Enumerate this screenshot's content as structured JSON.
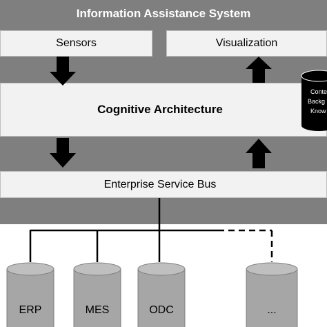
{
  "header": {
    "title": "Information Assistance System"
  },
  "layers": {
    "sensors": "Sensors",
    "visualization": "Visualization",
    "cognitive": "Cognitive Architecture",
    "bus": "Enterprise Service Bus"
  },
  "knowledge_db": {
    "lines": [
      "Conte",
      "Backg",
      "Know"
    ]
  },
  "systems": [
    {
      "label": "ERP"
    },
    {
      "label": "MES"
    },
    {
      "label": "ODC"
    },
    {
      "label": "..."
    }
  ],
  "colors": {
    "band": "#7f7f7f",
    "box": "#f2f2f2",
    "cylinder": "#a6a6a6",
    "arrow": "#000000"
  }
}
